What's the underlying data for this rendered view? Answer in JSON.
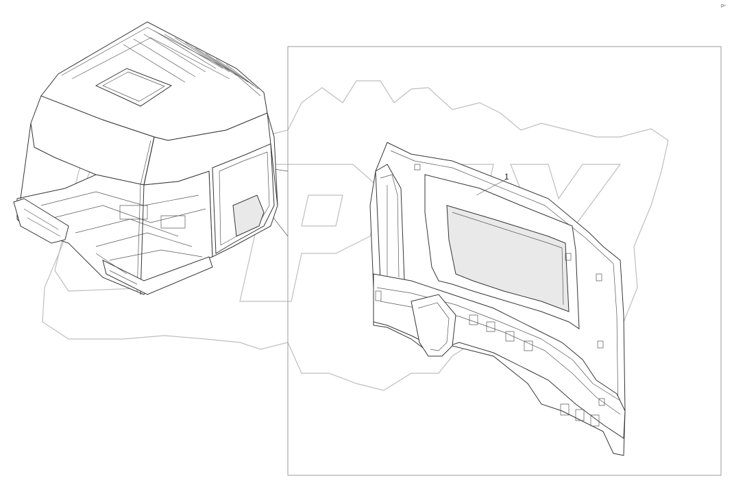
{
  "callout": {
    "number": "1"
  },
  "corner_mark": "p⌐",
  "watermark": {
    "color": "#bdbdbd"
  },
  "parts": {
    "cab_assembly_icon": "truck-cab-assembly",
    "side_panel_icon": "cab-side-inner-panel"
  },
  "colors": {
    "line": "#333333",
    "frame": "#9a9a9a",
    "background": "#ffffff"
  }
}
